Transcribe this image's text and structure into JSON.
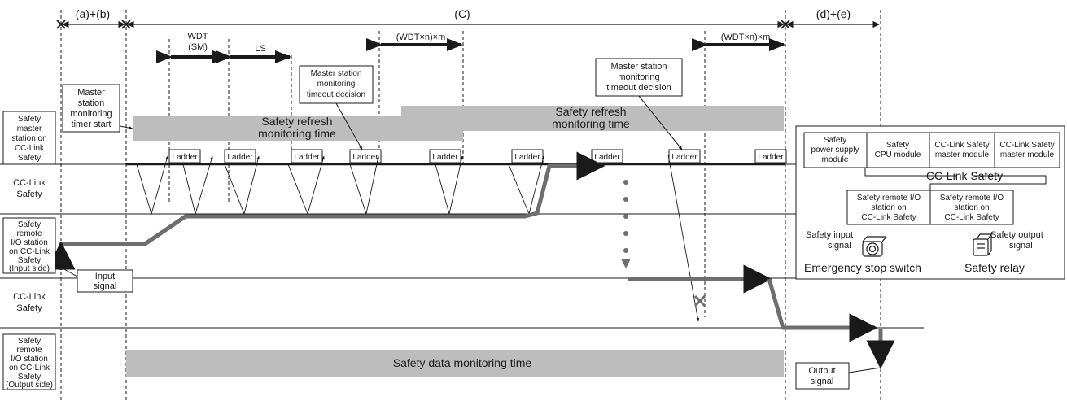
{
  "phases": {
    "ab": "(a)+(b)",
    "c": "(C)",
    "de": "(d)+(e)"
  },
  "timing": {
    "wdt_line1": "WDT",
    "wdt_line2": "(SM)",
    "ls": "LS",
    "wdtnm": "(WDT×n)×m"
  },
  "row_labels": {
    "master": [
      "Safety",
      "master",
      "station on",
      "CC-Link",
      "Safety"
    ],
    "cc_link_1": [
      "CC-Link",
      "Safety"
    ],
    "remote_input": [
      "Safety",
      "remote",
      "I/O station",
      "on CC-Link",
      "Safety",
      "(Input side)"
    ],
    "cc_link_2": [
      "CC-Link",
      "Safety"
    ],
    "remote_output": [
      "Safety",
      "remote",
      "I/O station",
      "on CC-Link",
      "Safety",
      "(Output side)"
    ]
  },
  "callouts": {
    "timer_start": [
      "Master",
      "station",
      "monitoring",
      "timer start"
    ],
    "timeout_decision_1": [
      "Master station",
      "monitoring",
      "timeout decision"
    ],
    "timeout_decision_2": [
      "Master station",
      "monitoring",
      "timeout decision"
    ],
    "input_signal": [
      "Input",
      "signal"
    ],
    "output_signal": [
      "Output",
      "signal"
    ]
  },
  "bars": {
    "refresh": [
      "Safety refresh",
      "monitoring time"
    ],
    "data_monitoring": "Safety data monitoring time"
  },
  "ladder_label": "Ladder",
  "legend": {
    "modules": [
      [
        "Safety",
        "power supply",
        "module"
      ],
      [
        "Safety",
        "CPU module"
      ],
      [
        "CC-Link Safety",
        "master module"
      ],
      [
        "CC-Link Safety",
        "master module"
      ]
    ],
    "bus": "CC-Link Safety",
    "remote_stations": [
      [
        "Safety remote I/O",
        "station on",
        "CC-Link Safety"
      ],
      [
        "Safety remote I/O",
        "station on",
        "CC-Link Safety"
      ]
    ],
    "safety_input": [
      "Safety input",
      "signal"
    ],
    "safety_output": [
      "Safety output",
      "signal"
    ],
    "emergency_stop": "Emergency stop switch",
    "safety_relay": "Safety relay"
  },
  "colors": {
    "bar_fill": "#bdbdbd",
    "signal_path": "#6e6e6e",
    "line": "#1a1a1a"
  }
}
